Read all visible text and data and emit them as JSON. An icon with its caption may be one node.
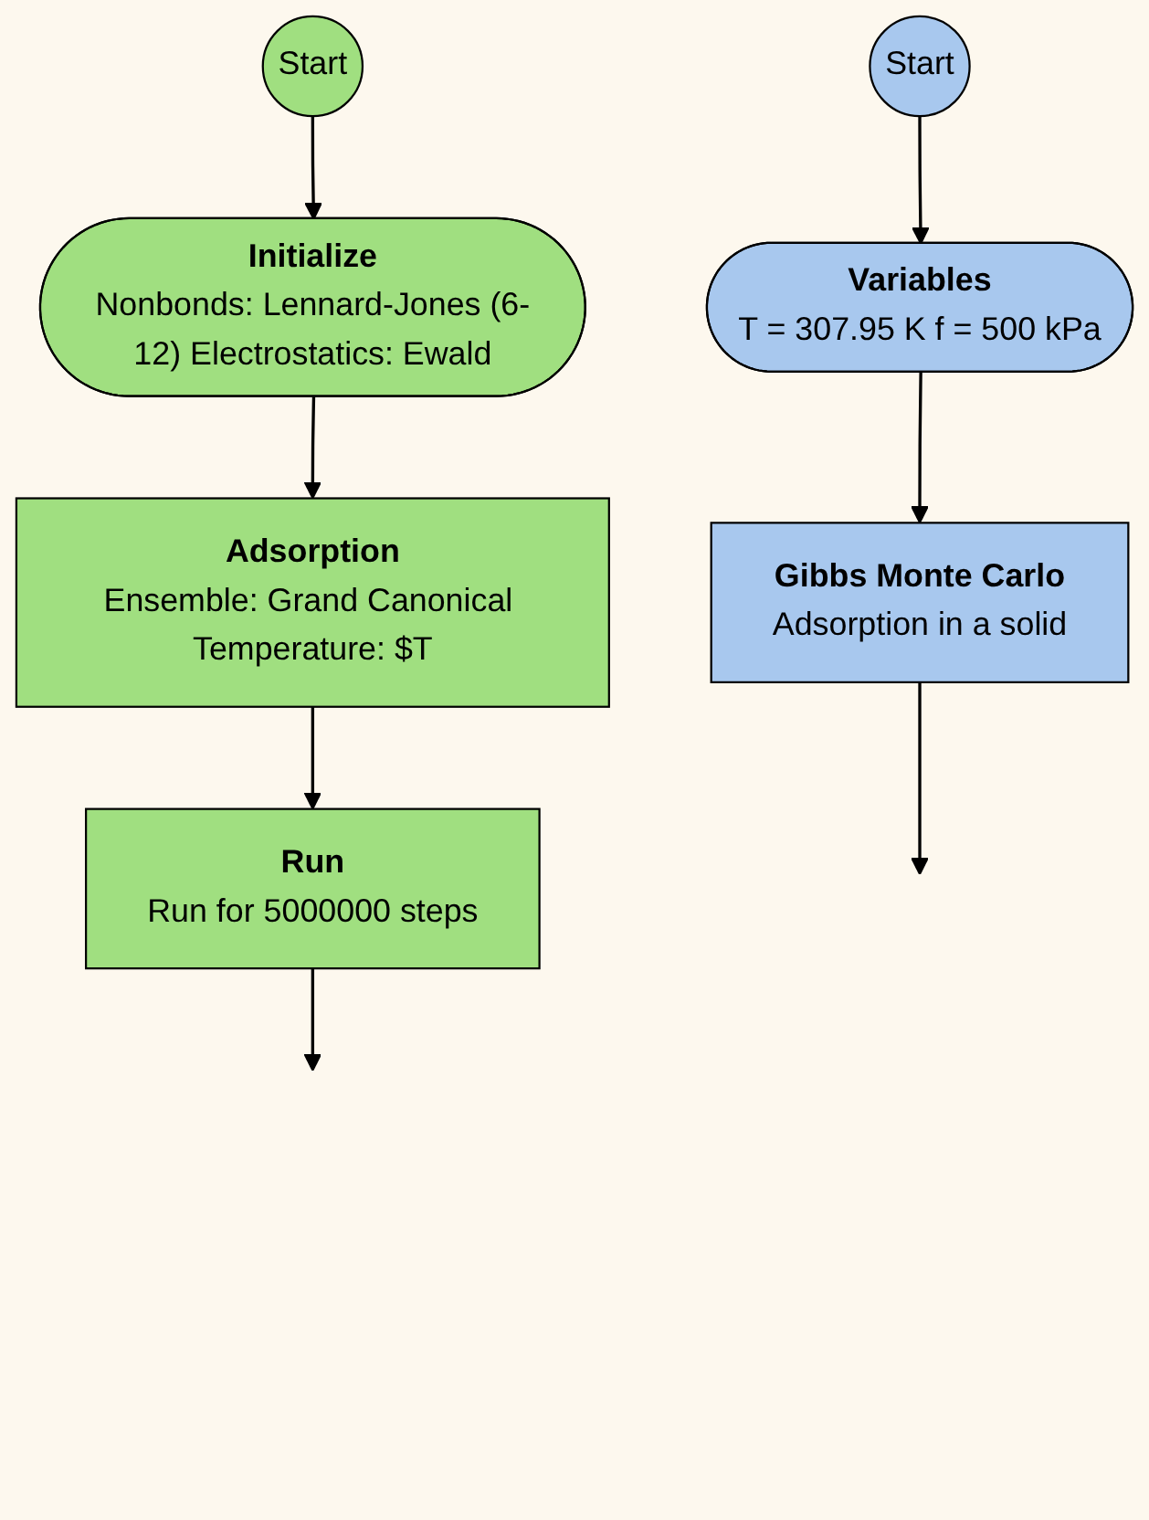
{
  "diagram": {
    "nodes": [
      {
        "text": [
          "Start"
        ]
      },
      {
        "text": [
          "Variables",
          "T = 307.95 K f = 500 kPa"
        ]
      },
      {
        "text": [
          "Gibbs Monte Carlo",
          "Adsorption in a solid"
        ]
      },
      {
        "text": [
          "Start"
        ]
      },
      {
        "text": [
          "Initialize",
          "Nonbonds: Lennard-Jones (6-12) Electrostatics: Ewald"
        ]
      },
      {
        "text": [
          "Adsorption",
          "Ensemble: Grand Canonical Temperature: $T"
        ]
      },
      {
        "text": [
          "Run",
          "Run for 5000000 steps"
        ]
      }
    ],
    "edges": [
      {
        "from": 0,
        "to": 1,
        "arrow": "to"
      },
      {
        "from": 1,
        "to": 2,
        "arrow": "to"
      },
      {
        "from": 2,
        "to": null,
        "arrow": "to"
      },
      {
        "from": 3,
        "to": 4,
        "arrow": "to"
      },
      {
        "from": 4,
        "to": 5,
        "arrow": "to"
      },
      {
        "from": 5,
        "to": 6,
        "arrow": "to"
      },
      {
        "from": 6,
        "to": null,
        "arrow": "to"
      }
    ]
  }
}
